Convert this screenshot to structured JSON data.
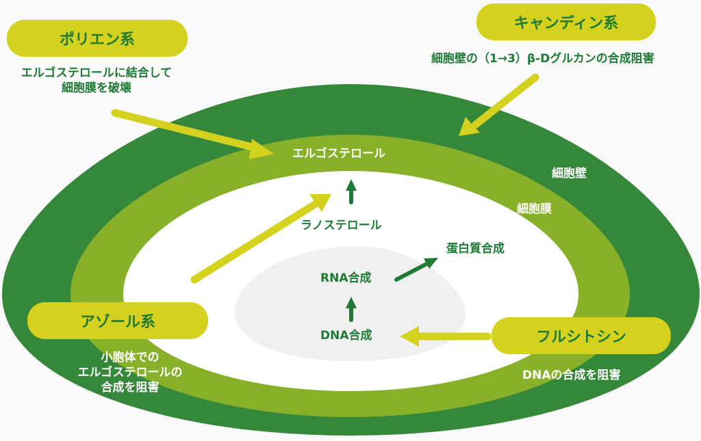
{
  "colors": {
    "background": "#fafafa",
    "cell_wall": "#35883a",
    "cell_membrane": "#88b12a",
    "cytoplasm": "#ffffff",
    "nucleus": "#f0f0f0",
    "drug_pill": "#d4d11f",
    "drug_arrow": "#d4d11f",
    "pathway_arrow": "#1e7a34",
    "dark_text": "#1e7a34",
    "light_text": "#ffffff"
  },
  "drugs": {
    "polyene": {
      "name": "ポリエン系",
      "description_lines": [
        "エルゴステロールに結合して",
        "細胞膜を破壊"
      ]
    },
    "candin": {
      "name": "キャンディン系",
      "description": "細胞壁の（1→3）β-Dグルカンの合成阻害"
    },
    "azole": {
      "name": "アゾール系",
      "description_lines": [
        "小胞体での",
        "エルゴステロールの",
        "合成を阻害"
      ]
    },
    "flucytosine": {
      "name": "フルシトシン",
      "description": "DNAの合成を阻害"
    }
  },
  "structures": {
    "cell_wall": "細胞壁",
    "cell_membrane": "細胞膜",
    "ergosterol": "エルゴステロール",
    "lanosterol": "ラノステロール",
    "protein_synthesis": "蛋白質合成",
    "rna_synthesis": "RNA合成",
    "dna_synthesis": "DNA合成"
  }
}
